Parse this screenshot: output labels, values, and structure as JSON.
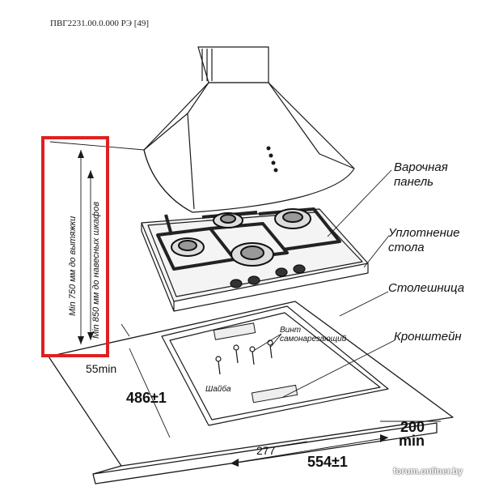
{
  "header": {
    "doc_code": "ПВГ2231.00.0.000 РЭ [49]"
  },
  "labels": {
    "hob_line1": "Варочная",
    "hob_line2": "панель",
    "seal_line1": "Уплотнение",
    "seal_line2": "стола",
    "countertop": "Столешница",
    "bracket": "Кронштейн",
    "screw_line1": "Винт",
    "screw_line2": "самонарезающий",
    "washer": "Шайба"
  },
  "clearances": {
    "hood_note": "Min 750 мм до вытяжки",
    "cabinet_note": "Min 850 мм до навесных шкафов"
  },
  "dimensions": {
    "left_min": "55min",
    "depth": "486±1",
    "right_value": "200",
    "right_unit": "min",
    "bracket_offset": "277",
    "width": "554±1"
  },
  "watermark": "forum.onliner.by",
  "colors": {
    "highlight": "#e02020",
    "line": "#1a1a1a"
  }
}
